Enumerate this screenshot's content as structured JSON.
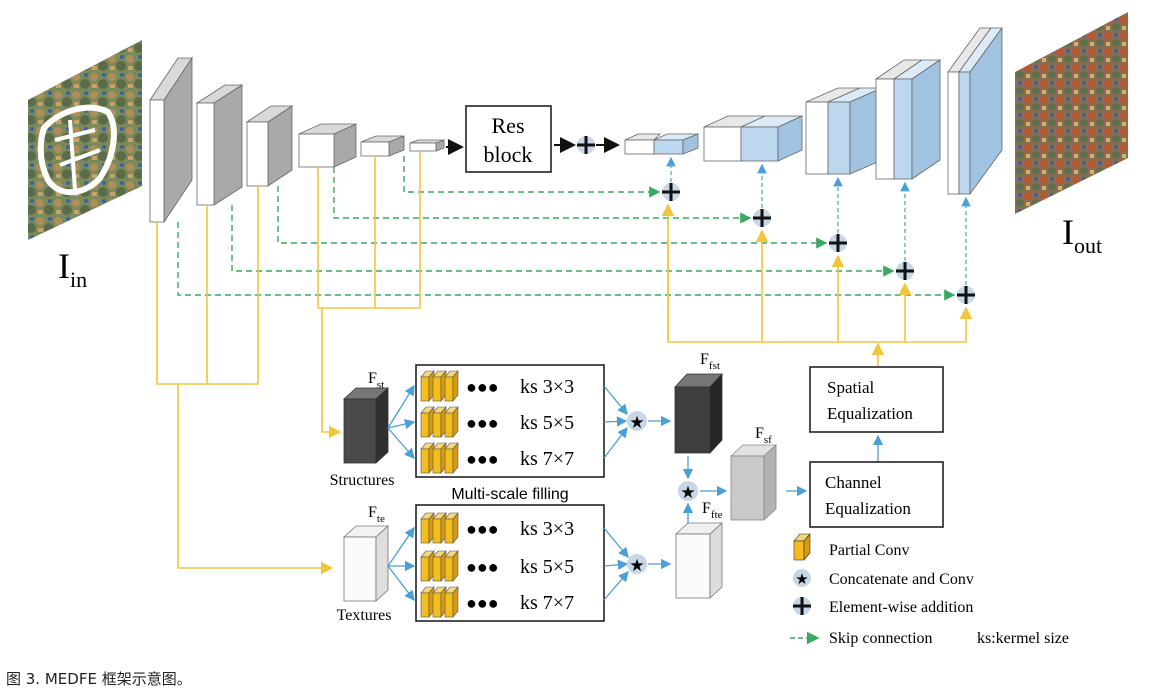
{
  "labels": {
    "input": "I",
    "input_sub": "in",
    "output": "I",
    "output_sub": "out",
    "res_block_line1": "Res",
    "res_block_line2": "block",
    "f_st": "F",
    "f_st_sub": "st",
    "f_te": "F",
    "f_te_sub": "te",
    "f_fst": "F",
    "f_fst_sub": "fst",
    "f_fte": "F",
    "f_fte_sub": "fte",
    "f_sf": "F",
    "f_sf_sub": "sf",
    "structures": "Structures",
    "textures": "Textures",
    "multi_scale": "Multi-scale filling",
    "ks_3": "ks 3×3",
    "ks_5": "ks 5×5",
    "ks_7": "ks 7×7",
    "spatial_line1": "Spatial",
    "spatial_line2": "Equalization",
    "channel_line1": "Channel",
    "channel_line2": "Equalization"
  },
  "legend": {
    "partial_conv": "Partial Conv",
    "concat_conv": "Concatenate and Conv",
    "elementwise": "Element-wise addition",
    "skip": "Skip connection",
    "ks_note": "ks:kermel size"
  },
  "caption": "图 3. MEDFE 框架示意图。",
  "colors": {
    "yellow_line": "#f2c63a",
    "green_dash": "#3aa860",
    "blue_line": "#4a9fd6",
    "decoder_blue": "#bdd7ee",
    "encoder_grey": "#a9a9a9",
    "partial_conv_yellow": "#f3bd1b"
  }
}
